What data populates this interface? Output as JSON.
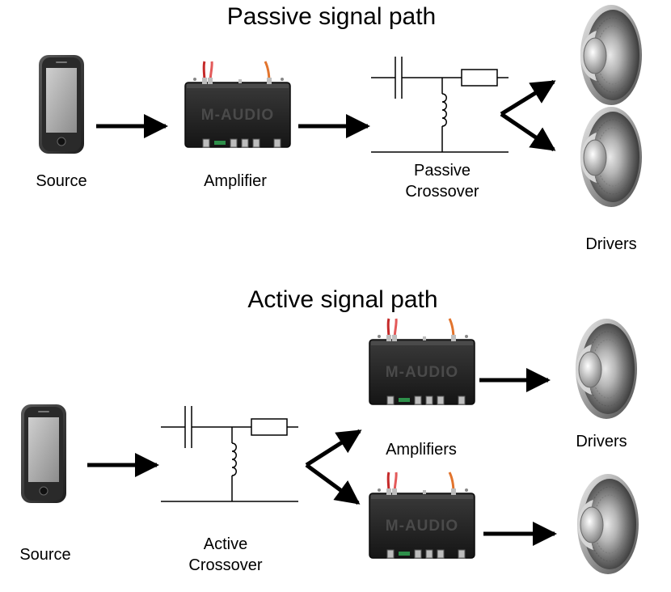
{
  "passive": {
    "title": "Passive signal path",
    "source_label": "Source",
    "amplifier_label": "Amplifier",
    "crossover_label_line1": "Passive",
    "crossover_label_line2": "Crossover",
    "drivers_label": "Drivers",
    "amp_brand": "M-AUDIO"
  },
  "active": {
    "title": "Active signal path",
    "source_label": "Source",
    "crossover_label_line1": "Active",
    "crossover_label_line2": "Crossover",
    "amplifiers_label": "Amplifiers",
    "drivers_label": "Drivers",
    "amp_brand": "M-AUDIO"
  }
}
